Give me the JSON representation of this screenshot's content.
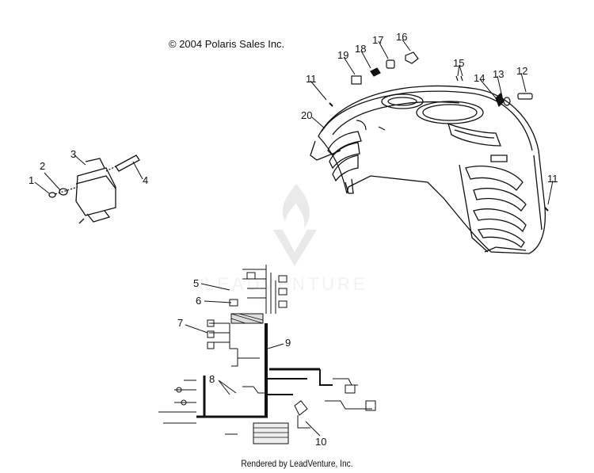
{
  "copyright": "© 2004 Polaris Sales Inc.",
  "footer": "Rendered by LeadVenture, Inc.",
  "watermark": "LEADVENTURE",
  "callouts": [
    "1",
    "2",
    "3",
    "4",
    "5",
    "6",
    "7",
    "8",
    "9",
    "10",
    "11",
    "11",
    "12",
    "13",
    "14",
    "15",
    "16",
    "17",
    "18",
    "19",
    "20"
  ]
}
